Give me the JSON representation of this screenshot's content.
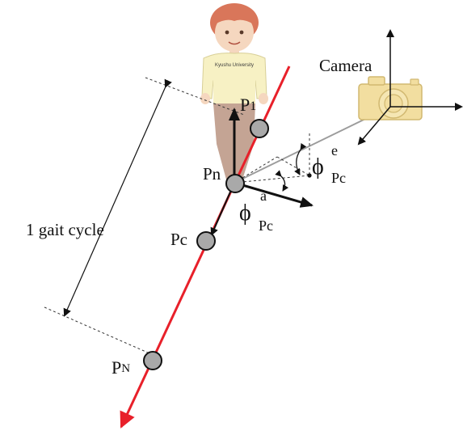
{
  "labels": {
    "camera": "Camera",
    "p1_main": "P",
    "p1_sub": "1",
    "pn": "Pn",
    "pc": "Pc",
    "pN_main": "P",
    "pN_sub": "N",
    "gait_cycle": "1 gait cycle",
    "phi_e_sym": "ϕ",
    "phi_e_sup": "e",
    "phi_e_sub": "Pc",
    "phi_a_sym": "ϕ",
    "phi_a_sup": "a",
    "phi_a_sub": "Pc",
    "shirt_text": "Kyushu University"
  },
  "colors": {
    "walk_line": "#e8202a",
    "camera_body": "#f2dea0",
    "point_fill": "#a9a9a9",
    "ray": "#9c9c9c"
  }
}
